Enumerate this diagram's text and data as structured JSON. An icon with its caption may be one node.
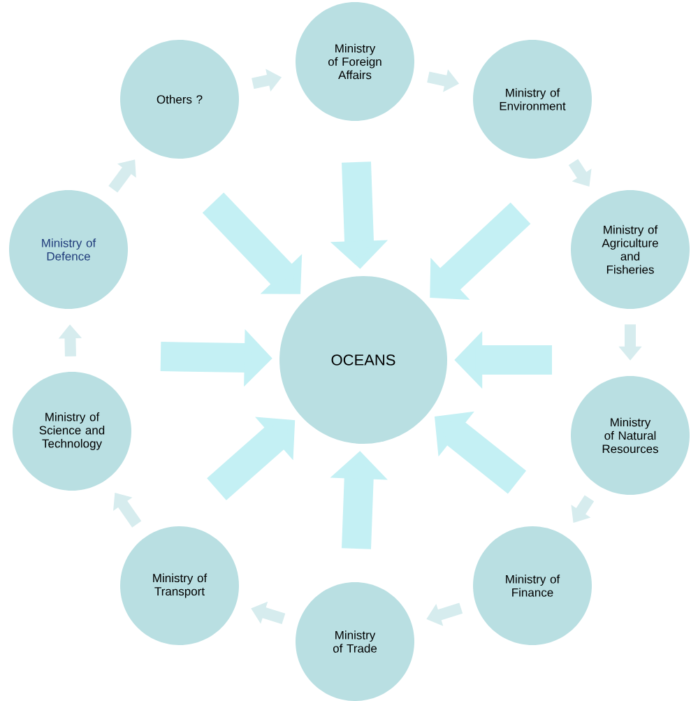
{
  "diagram": {
    "nodes": [
      {
        "text": [
          "Others ?"
        ]
      },
      {
        "text": [
          "Ministry of Foreign Affairs"
        ]
      },
      {
        "text": [
          "Ministry of Environment"
        ]
      },
      {
        "text": [
          "Ministry of Agriculture and Fisheries"
        ]
      },
      {
        "text": [
          "Ministry of Natural Resources"
        ]
      },
      {
        "text": [
          "Ministry of Finance"
        ]
      },
      {
        "text": [
          "Ministry of Trade"
        ]
      },
      {
        "text": [
          "Ministry of Transport"
        ]
      },
      {
        "text": [
          "Ministry of Science and Technology"
        ]
      },
      {
        "text": [
          "Ministry of Defence"
        ]
      },
      {
        "text": [
          "OCEANS"
        ]
      }
    ],
    "edges": [
      {
        "from": 0,
        "to": 1,
        "arrow": "to"
      },
      {
        "from": 1,
        "to": 2,
        "arrow": "to"
      },
      {
        "from": 2,
        "to": 3,
        "arrow": "to"
      },
      {
        "from": 3,
        "to": 4,
        "arrow": "to"
      },
      {
        "from": 4,
        "to": 5,
        "arrow": "to"
      },
      {
        "from": 5,
        "to": 6,
        "arrow": "to"
      },
      {
        "from": 6,
        "to": 7,
        "arrow": "to"
      },
      {
        "from": 7,
        "to": 8,
        "arrow": "to"
      },
      {
        "from": 8,
        "to": 9,
        "arrow": "to"
      },
      {
        "from": 9,
        "to": 0,
        "arrow": "to"
      },
      {
        "from": null,
        "to": 10,
        "arrow": "to",
        "style": "thick"
      },
      {
        "from": null,
        "to": 10,
        "arrow": "to",
        "style": "thick"
      },
      {
        "from": null,
        "to": 10,
        "arrow": "to",
        "style": "thick"
      },
      {
        "from": null,
        "to": 10,
        "arrow": "to",
        "style": "thick"
      },
      {
        "from": null,
        "to": 10,
        "arrow": "to",
        "style": "thick"
      },
      {
        "from": null,
        "to": 10,
        "arrow": "to",
        "style": "thick"
      },
      {
        "from": null,
        "to": 10,
        "arrow": "to",
        "style": "thick"
      },
      {
        "from": null,
        "to": 10,
        "arrow": "to",
        "style": "thick"
      }
    ]
  }
}
